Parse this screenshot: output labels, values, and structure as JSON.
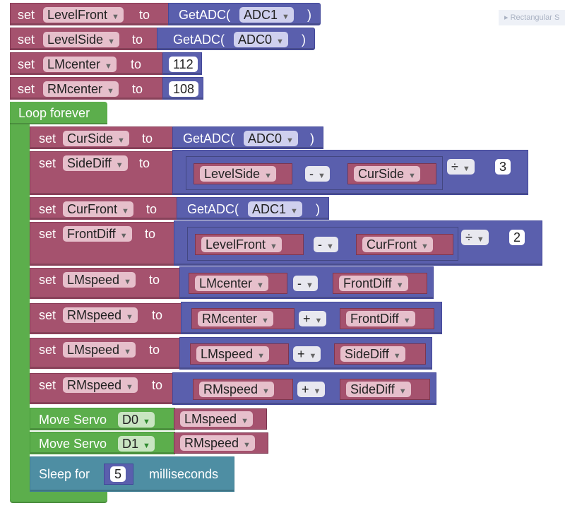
{
  "toolbox_hint": "Rectangular S",
  "kw": {
    "set": "set",
    "to": "to",
    "getadc": "GetADC(",
    "close": ")",
    "loop": "Loop forever",
    "move_servo": "Move Servo",
    "sleep": "Sleep for",
    "ms": "milliseconds"
  },
  "vars": {
    "LevelFront": "LevelFront",
    "LevelSide": "LevelSide",
    "LMcenter": "LMcenter",
    "RMcenter": "RMcenter",
    "CurSide": "CurSide",
    "SideDiff": "SideDiff",
    "CurFront": "CurFront",
    "FrontDiff": "FrontDiff",
    "LMspeed": "LMspeed",
    "RMspeed": "RMspeed"
  },
  "channels": {
    "adc0": "ADC0",
    "adc1": "ADC1"
  },
  "numbers": {
    "lmc": "112",
    "rmc": "108",
    "div3": "3",
    "div2": "2",
    "sleep": "5"
  },
  "ops": {
    "minus": "-",
    "plus": "+",
    "divide": "÷"
  },
  "servos": {
    "d0": "D0",
    "d1": "D1"
  },
  "dropdown_glyph": "▼",
  "colors": {
    "variable": "#a5526e",
    "function": "#5a5fad",
    "loop": "#5cae4c",
    "sleep": "#4e8ea3"
  }
}
